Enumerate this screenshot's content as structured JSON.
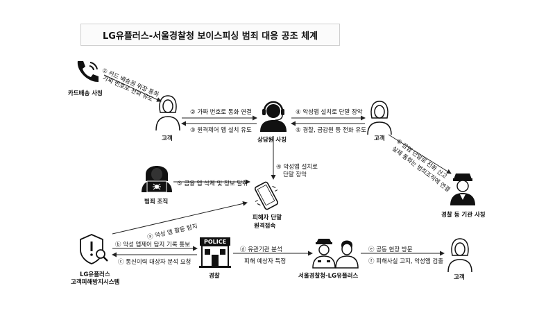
{
  "title": "LG유플러스-서울경찰청 보이스피싱 범죄 대응 공조 체계",
  "nodes": {
    "card_delivery": "카드배송 사칭",
    "customer_left": "고객",
    "agent": "상담원 사칭",
    "customer_right": "고객",
    "police_agency": "경찰 등 기관 사칭",
    "crime_org": "범죄 조직",
    "victim_device_line1": "피해자 단말",
    "victim_device_line2": "원격접속",
    "lgu_system_line1": "LG유플러스",
    "lgu_system_line2": "고객피해방지시스템",
    "police": "경찰",
    "joint": "서울경찰청-LG유플러스",
    "customer_bottom": "고객"
  },
  "police_sign": "POLICE",
  "steps": {
    "s1_line1": "① 카드 배송원 위장 통화",
    "s1_line2": "가짜 번호로 전화 유도",
    "s2": "② 가짜 번호로 통화 연결",
    "s3": "③ 원격제어 앱 설치 유도",
    "s4a": "④ 악성앱 설치로 단말 장악",
    "s5a": "⑤ 경찰, 금감원 등 전화 유도",
    "s4b_line1": "④ 악성앱 설치로",
    "s4b_line2": "단말 장악",
    "s5b": "⑤ 금융 앱 삭제 및 정보 탈취",
    "s6_line1": "⑥ 감염 단말로 전화 신고",
    "s6_line2": "실제 통화는 범죄조직에 연결",
    "a_detect": "ⓐ 악성 앱 활동 탐지",
    "b_report": "ⓑ 악성 앱제어 탐지 기록 통보",
    "c_request": "ⓒ 통신이력 대상자 분석 요청",
    "d_analysis": "ⓓ 유관기관 분석",
    "d_sub": "피해 예상자 특정",
    "e_visit": "ⓔ 공동 현장 방문",
    "f_notify": "ⓕ 피해사실 고지, 악성앱 검출"
  }
}
